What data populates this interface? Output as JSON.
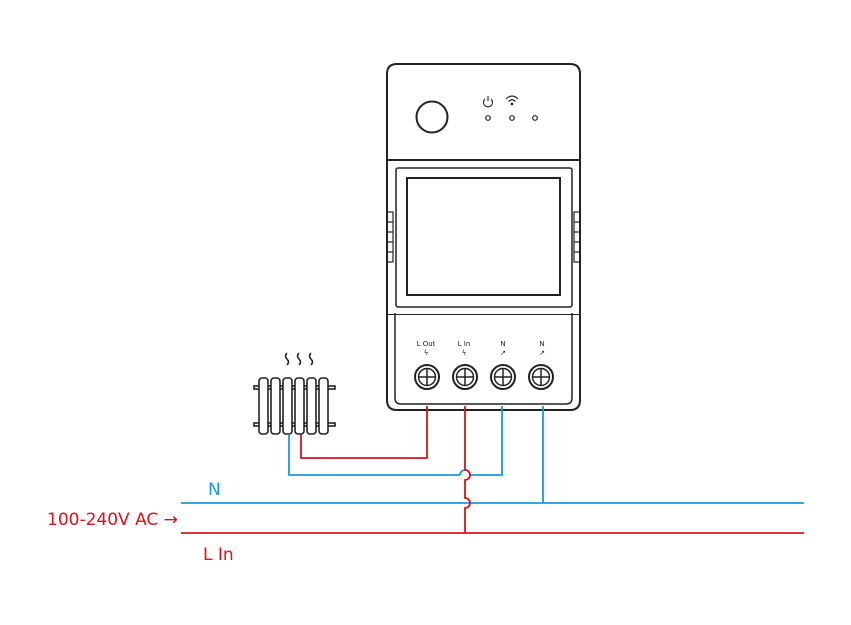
{
  "terminals": [
    {
      "label": "L Out",
      "symbol": "ϟ"
    },
    {
      "label": "L In",
      "symbol": "ϟ"
    },
    {
      "label": "N",
      "symbol": "↗"
    },
    {
      "label": "N",
      "symbol": "↗"
    }
  ],
  "supply": {
    "neutral_label": "N",
    "voltage_label": "100-240V AC",
    "arrow": "→",
    "live_label": "L In"
  },
  "colors": {
    "neutral": "#1a9ad6",
    "live": "#d7141c",
    "device": "#222222"
  },
  "icons": [
    "power-icon",
    "wifi-icon",
    "heater-icon",
    "heat-waves-icon",
    "screw-terminal-icon"
  ]
}
